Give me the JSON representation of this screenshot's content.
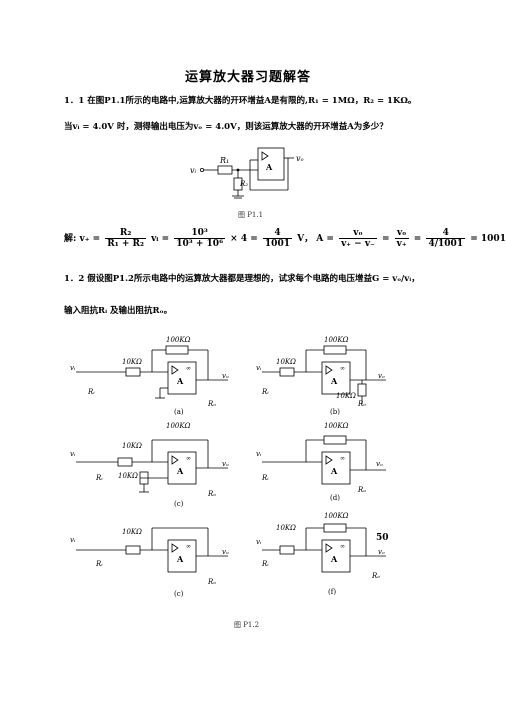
{
  "title": "运算放大器习题解答",
  "problem_1_1": {
    "line1": "1．1  在图P1.1所示的电路中,运算放大器的开环增益A是有限的,R₁ = 1MΩ，R₂ = 1KΩ。",
    "line2": "当vᵢ = 4.0V 时，测得输出电压为vₒ = 4.0V，则该运算放大器的开环增益A为多少？",
    "caption": "图 P1.1",
    "labels": {
      "r1": "R₁",
      "r2": "R₂",
      "vi": "vᵢ",
      "vo": "vₒ",
      "amp": "A"
    }
  },
  "solution": {
    "prefix": "解:",
    "v_plus": "v₊ =",
    "f1_num": "R₂",
    "f1_den": "R₁ + R₂",
    "f1_tail": "vᵢ =",
    "f2_num": "10³",
    "f2_den": "10³ + 10⁶",
    "f2_tail": "× 4 =",
    "f3_num": "4",
    "f3_den": "1001",
    "f3_tail": "V，",
    "a_eq": "A =",
    "f4_num": "vₒ",
    "f4_den": "v₊ − v₋",
    "eq1": "=",
    "f5_num": "vₒ",
    "f5_den": "v₊",
    "eq2": "=",
    "f6_num": "4",
    "f6_den": "4/1001",
    "result": "= 1001"
  },
  "problem_1_2": {
    "line1": "1．2  假设图P1.2所示电路中的运算放大器都是理想的，试求每个电路的电压增益G = vₒ/vᵢ，",
    "line2": "输入阻抗Rᵢ 及输出阻抗Rₒ。",
    "caption": "图 P1.2",
    "circuits": [
      {
        "tag": "(a)",
        "rf": "100KΩ",
        "rin": "10KΩ"
      },
      {
        "tag": "(b)",
        "rf": "100KΩ",
        "rin": "10KΩ",
        "rload": "10KΩ"
      },
      {
        "tag": "(c)",
        "rf": "100KΩ",
        "rin": "10KΩ",
        "rg": "10KΩ"
      },
      {
        "tag": "(d)",
        "rf": "100KΩ"
      },
      {
        "tag": "(c)",
        "rin": "10KΩ"
      },
      {
        "tag": "(f)",
        "rf": "100KΩ",
        "rin": "10KΩ",
        "rload": "50"
      }
    ],
    "common": {
      "vi": "vᵢ",
      "vo": "vₒ",
      "ri": "Rᵢ",
      "ro": "Rₒ",
      "amp": "A",
      "inf": "∞"
    }
  }
}
